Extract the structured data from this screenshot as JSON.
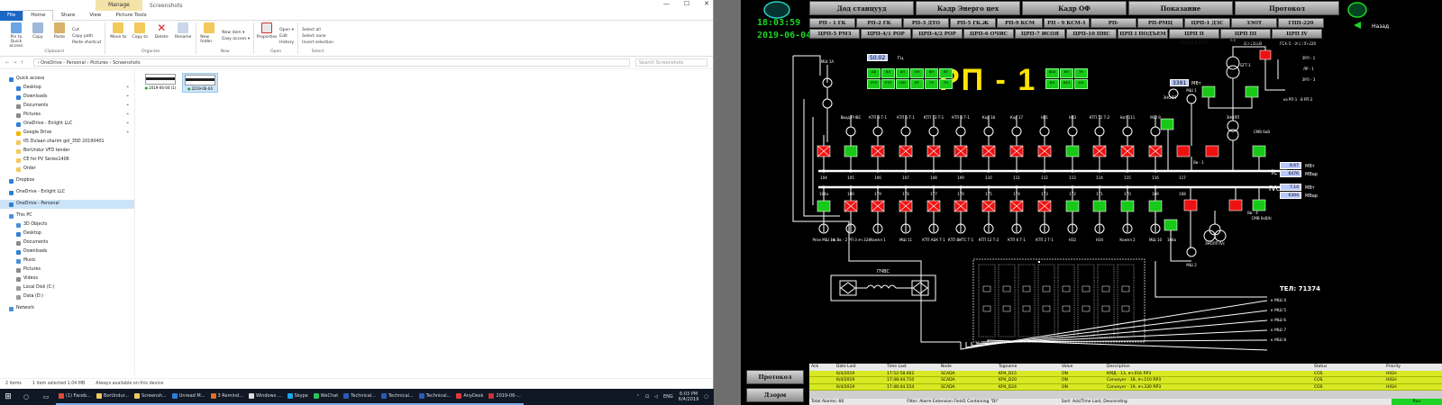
{
  "explorer": {
    "manage_tab": "Manage",
    "window_title": "Screenshots",
    "window_buttons": [
      "—",
      "☐",
      "✕"
    ],
    "ribbon_tabs": [
      "File",
      "Home",
      "Share",
      "View",
      "Picture Tools"
    ],
    "clipboard": {
      "label": "Clipboard",
      "pin": "Pin to Quick access",
      "copy": "Copy",
      "paste": "Paste",
      "cut": "Cut",
      "copy_path": "Copy path",
      "paste_shortcut": "Paste shortcut"
    },
    "organize": {
      "label": "Organize",
      "move_to": "Move to",
      "copy_to": "Copy to",
      "delete": "Delete",
      "rename": "Rename"
    },
    "new_group": {
      "label": "New",
      "new_folder": "New folder",
      "new_item": "New item ▾",
      "easy_access": "Easy access ▾"
    },
    "open_group": {
      "label": "Open",
      "properties": "Properties",
      "open": "Open ▾",
      "edit": "Edit",
      "history": "History"
    },
    "select_group": {
      "label": "Select",
      "select_all": "Select all",
      "select_none": "Select none",
      "invert": "Invert selection"
    },
    "address": "›  OneDrive - Personal  ›  Pictures  ›  Screenshots",
    "search_placeholder": "Search Screenshots",
    "nav": [
      {
        "label": "Quick access",
        "level": 0,
        "color": "#2f7fd8"
      },
      {
        "label": "Desktop",
        "level": 1,
        "color": "#2f7fd8",
        "pin": true
      },
      {
        "label": "Downloads",
        "level": 1,
        "color": "#2f7fd8",
        "pin": true
      },
      {
        "label": "Documents",
        "level": 1,
        "color": "#8a8a8a",
        "pin": true
      },
      {
        "label": "Pictures",
        "level": 1,
        "color": "#8a8a8a",
        "pin": true
      },
      {
        "label": "OneDrive - Enlight LLC",
        "level": 1,
        "color": "#2f7fd8",
        "pin": true
      },
      {
        "label": "Google Drive",
        "level": 1,
        "color": "#f2b600",
        "pin": true
      },
      {
        "label": "05 Dulaan sharim gol_35D 20190401",
        "level": 1,
        "color": "#f2c95b"
      },
      {
        "label": "BorUndur VFD tender",
        "level": 1,
        "color": "#f2c95b"
      },
      {
        "label": "CE for PV Series1406",
        "level": 1,
        "color": "#f2c95b"
      },
      {
        "label": "Order",
        "level": 1,
        "color": "#f2c95b"
      },
      {
        "label": "Dropbox",
        "level": 0,
        "color": "#2f7fd8"
      },
      {
        "label": "OneDrive - Enlight LLC",
        "level": 0,
        "color": "#2f7fd8"
      },
      {
        "label": "OneDrive - Personal",
        "level": 0,
        "color": "#2f7fd8",
        "selected": true
      },
      {
        "label": "This PC",
        "level": 0,
        "color": "#4a8fd8"
      },
      {
        "label": "3D Objects",
        "level": 1,
        "color": "#4a8fd8"
      },
      {
        "label": "Desktop",
        "level": 1,
        "color": "#2f7fd8"
      },
      {
        "label": "Documents",
        "level": 1,
        "color": "#8a8a8a"
      },
      {
        "label": "Downloads",
        "level": 1,
        "color": "#2f7fd8"
      },
      {
        "label": "Music",
        "level": 1,
        "color": "#4a8fd8"
      },
      {
        "label": "Pictures",
        "level": 1,
        "color": "#8a8a8a"
      },
      {
        "label": "Videos",
        "level": 1,
        "color": "#8a8a8a"
      },
      {
        "label": "Local Disk (C:)",
        "level": 1,
        "color": "#9a9a9a"
      },
      {
        "label": "Data (D:)",
        "level": 1,
        "color": "#9a9a9a"
      },
      {
        "label": "Network",
        "level": 0,
        "color": "#4a8fd8"
      }
    ],
    "files": [
      {
        "name": "2019-06-04 (1)",
        "selected": false
      },
      {
        "name": "2019-06-04",
        "selected": true
      }
    ],
    "status": {
      "count": "2 items",
      "selected": "1 item selected  1.04 MB",
      "availability": "Always available on this device"
    }
  },
  "taskbar": {
    "apps": [
      {
        "label": "(1) Faceb...",
        "color": "#e14b3b",
        "open": true
      },
      {
        "label": "BorUndur...",
        "color": "#f2c95b",
        "open": true
      },
      {
        "label": "Screensh...",
        "color": "#f2c95b",
        "open": true
      },
      {
        "label": "Unread M...",
        "color": "#2f7fd8",
        "open": true
      },
      {
        "label": "3 Remind...",
        "color": "#e06b2a",
        "open": true
      },
      {
        "label": "Windows ...",
        "color": "#ddd",
        "open": true
      },
      {
        "label": "Skype",
        "color": "#1aa5e8",
        "open": true
      },
      {
        "label": "WeChat",
        "color": "#2ec35a",
        "open": true
      },
      {
        "label": "Technical...",
        "color": "#2b5bb8",
        "open": true
      },
      {
        "label": "Technical...",
        "color": "#2b5bb8",
        "open": true
      },
      {
        "label": "Technical...",
        "color": "#2b5bb8",
        "open": true
      },
      {
        "label": "AnyDesk",
        "color": "#e03a3a",
        "open": true
      },
      {
        "label": "2019-06-...",
        "color": "#c33",
        "open": true
      }
    ],
    "lang": "ENG",
    "time": "6:03 PM",
    "date": "6/4/2019"
  },
  "scada": {
    "time": "18:03:59",
    "date": "2019-06-04",
    "top_buttons": [
      "Дод станцууд",
      "Кадр Энерго цех",
      "Кадр ОФ",
      "Показание",
      "Протокол"
    ],
    "back_label": "Назад",
    "feeders_row1": [
      "РП - 1 ГК",
      "РП-2 ГК",
      "РП-3 ДТО",
      "РП-5 ГК.Ж",
      "РП-9 КСМ",
      "РП - 9 КСМ-1",
      "РП-ЛИТЕЙНАЯ",
      "РП-РМЦ",
      "ЦРП-1 ДЗС",
      "ЗЭОТ",
      "ГПП-220"
    ],
    "feeders_row2": [
      "ЦРП-5 РМЗ",
      "ЦРП-4/1 РОР",
      "ЦРП-4/2 РОР",
      "ЦРП-6 ОЧИС",
      "ЦРП-7 ИСОЯ",
      "ЦРП-10 ПНС",
      "ЦРП I ПОДЪЕМ",
      "ЦРП II ПОДЪЕМ",
      "ЦРП III ПОДЪЕМ",
      "ЦРП IV ПОДЪЕМ"
    ],
    "title": "РП - 1",
    "freq_value": "50.02",
    "freq_unit": "Гц",
    "mw_value": "3391",
    "mw_unit": "МВт",
    "tel": "ТЕЛ: 71374",
    "panel_label": "ПЧВС",
    "left_buttons": [
      "АВ",
      "ВЛ",
      "АП",
      "ПН",
      "ВН",
      "ВТ",
      "ЭТП",
      "ЕТП",
      "ПЖ",
      "ВТ",
      "ТЛ",
      "ТН"
    ],
    "right_buttons": [
      "ВАЗ",
      "ВН",
      "ТН",
      "ВЛ",
      "ВАЗ",
      "АЛ"
    ],
    "bus1": "Ic",
    "bus2": "IVc",
    "bus1_mw": "8.67",
    "bus1_mvar": "6476",
    "bus2_mw": "7.14",
    "bus2_mvar": "6304",
    "p_unit": "МВт",
    "q_unit": "МВар",
    "upper_feeders": [
      "Ввод ПЧВС",
      "КТП 8 Т-1",
      "КТП 5 Т-1",
      "КТП 13 Т-1",
      "КТП 3 Т-1",
      "Кор 18",
      "Кор 17",
      "Н31",
      "Н33",
      "КТП 12 Т-2",
      "Нат 111",
      "МШ 9"
    ],
    "upper_numbers": [
      "104",
      "105",
      "106",
      "107",
      "108",
      "109",
      "110",
      "111",
      "112",
      "113",
      "114",
      "115",
      "116",
      "117"
    ],
    "lower_numbers": [
      "104а",
      "180",
      "179",
      "178",
      "177",
      "176",
      "175",
      "174",
      "173",
      "172",
      "171",
      "170",
      "169",
      "168"
    ],
    "lower_feeders": [
      "Резе МШ 1А",
      "на Вв - 2 РП-3 яч 324",
      "Компл 1",
      "МШ 11",
      "КТП АБК Т-1",
      "КТП ВИТС Т-1",
      "КТП 12 Т-2",
      "КТП 6 Т-1",
      "КТП 2 Т-1",
      "НЗ2",
      "НЗ4",
      "Компл 2",
      "МШ 10"
    ],
    "msh_labels": [
      "к МШ 4",
      "к МШ 5",
      "к МШ 6",
      "к МШ 7",
      "к МШ 8"
    ],
    "right_labels": [
      "ВЛ-110кВ",
      "ГОК-5 · Ф-4 ПП-220",
      "ЗРЛ - 1",
      "ЛР - 1",
      "ЗРЛ - 3",
      "на РП-1 · 8 РП-2",
      "ЗНОЛП",
      "ЗНОЛП",
      "ЗНОЛП IVc",
      "СМВ 6кВ",
      "СМВ 6кВ/Ic",
      "Вв - 1",
      "Вв - 4",
      "МШ 1",
      "МШ 2",
      "МШ 1А",
      "168а",
      "Т-1",
      "БГТ-1"
    ],
    "bottom_buttons": [
      "Протокол",
      "Дзорм"
    ],
    "alarm_columns": [
      "Ack",
      "Date Last",
      "Time Last",
      "Node",
      "Tagname",
      "Value",
      "Description",
      "Status",
      "Priority"
    ],
    "alarms": [
      {
        "ack": "",
        "date": "6/4/2019",
        "time": "17:52:58.062",
        "node": "SCADA",
        "tag": "KP4_D15",
        "value": "ON",
        "desc": "КМД - 13, яч.016 RP3",
        "status": "COS",
        "prio": "HIGH"
      },
      {
        "ack": "",
        "date": "6/4/2019",
        "time": "17:48:44.710",
        "node": "SCADA",
        "tag": "KP4_D20",
        "value": "ON",
        "desc": "Conveyer - 18, яч.110 RP3",
        "status": "COS",
        "prio": "HIGH"
      },
      {
        "ack": "",
        "date": "6/4/2019",
        "time": "17:48:44.554",
        "node": "SCADA",
        "tag": "KP4_D24",
        "value": "ON",
        "desc": "Conveyer - 19, яч.330 RP3",
        "status": "COS",
        "prio": "HIGH"
      }
    ],
    "alarm_footer": {
      "total": "Total Alarms: 66",
      "filter": "Filter: Alarm Extension Field1 Containing \"DI\"",
      "sort": "Sort: Ack/Time Last, Descending",
      "ok": "Run"
    }
  }
}
